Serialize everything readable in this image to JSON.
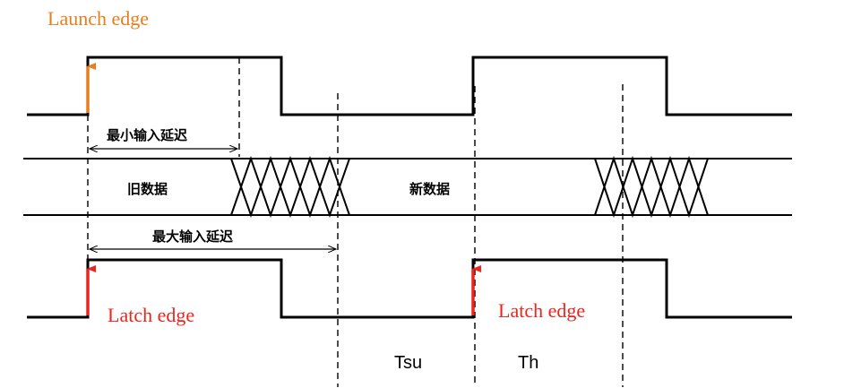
{
  "labels": {
    "launch_edge": "Launch edge",
    "latch_edge_1": "Latch edge",
    "latch_edge_2": "Latch edge",
    "min_input_delay": "最小输入延迟",
    "max_input_delay": "最大输入延迟",
    "old_data": "旧数据",
    "new_data": "新数据",
    "tsu": "Tsu",
    "th": "Th"
  },
  "colors": {
    "launch_arrow": "#e87d1e",
    "launch_text": "#e87d1e",
    "latch_arrow": "#e8261e",
    "latch_text": "#e8261e",
    "line": "#000000"
  }
}
